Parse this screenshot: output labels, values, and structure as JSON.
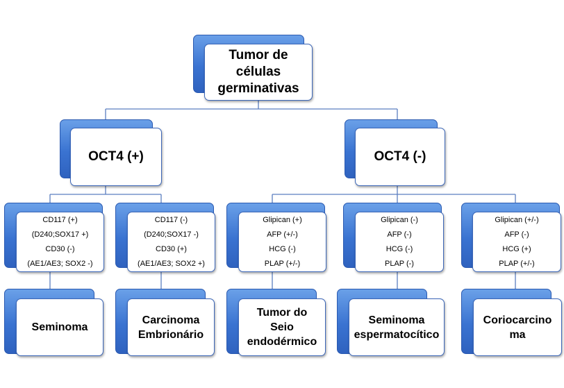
{
  "root": {
    "lines": [
      "Tumor de",
      "células",
      "germinativas"
    ]
  },
  "branches": [
    {
      "label": "OCT4 (+)"
    },
    {
      "label": "OCT4 (-)"
    }
  ],
  "markers": [
    {
      "lines": [
        {
          "text": "CD117 (+)",
          "bold": true
        },
        {
          "text": "(D240;SOX17 +)",
          "bold": false
        },
        {
          "text": "CD30 (-)",
          "bold": true
        },
        {
          "text": "(AE1/AE3; SOX2 -)",
          "bold": false
        }
      ]
    },
    {
      "lines": [
        {
          "text": "CD117 (-)",
          "bold": true
        },
        {
          "text": "(D240;SOX17 -)",
          "bold": false
        },
        {
          "text": "CD30 (+)",
          "bold": true
        },
        {
          "text": "(AE1/AE3; SOX2 +)",
          "bold": false
        }
      ]
    },
    {
      "lines": [
        {
          "text": "Glipican (+)",
          "bold": false
        },
        {
          "text": "AFP (+/-)",
          "bold": false
        },
        {
          "text": "HCG (-)",
          "bold": false
        },
        {
          "text": "PLAP (+/-)",
          "bold": false
        }
      ]
    },
    {
      "lines": [
        {
          "text": "Glipican (-)",
          "bold": false
        },
        {
          "text": "AFP (-)",
          "bold": false
        },
        {
          "text": "HCG (-)",
          "bold": false
        },
        {
          "text": "PLAP (-)",
          "bold": false
        }
      ]
    },
    {
      "lines": [
        {
          "text": "Glipican (+/-)",
          "bold": false
        },
        {
          "text": "AFP (-)",
          "bold": false
        },
        {
          "text": "HCG (+)",
          "bold": false
        },
        {
          "text": "PLAP (+/-)",
          "bold": false
        }
      ]
    }
  ],
  "diagnoses": [
    {
      "lines": [
        "Seminoma"
      ]
    },
    {
      "lines": [
        "Carcinoma",
        "Embrionário"
      ]
    },
    {
      "lines": [
        "Tumor do",
        "Seio",
        "endodérmico"
      ]
    },
    {
      "lines": [
        "Seminoma",
        "espermatocítico"
      ]
    },
    {
      "lines": [
        "Coriocarcino",
        "ma"
      ]
    }
  ],
  "colors": {
    "node_fill": "#3a73d1",
    "connector": "#5b7ec0",
    "box_border": "#3b66b8"
  }
}
